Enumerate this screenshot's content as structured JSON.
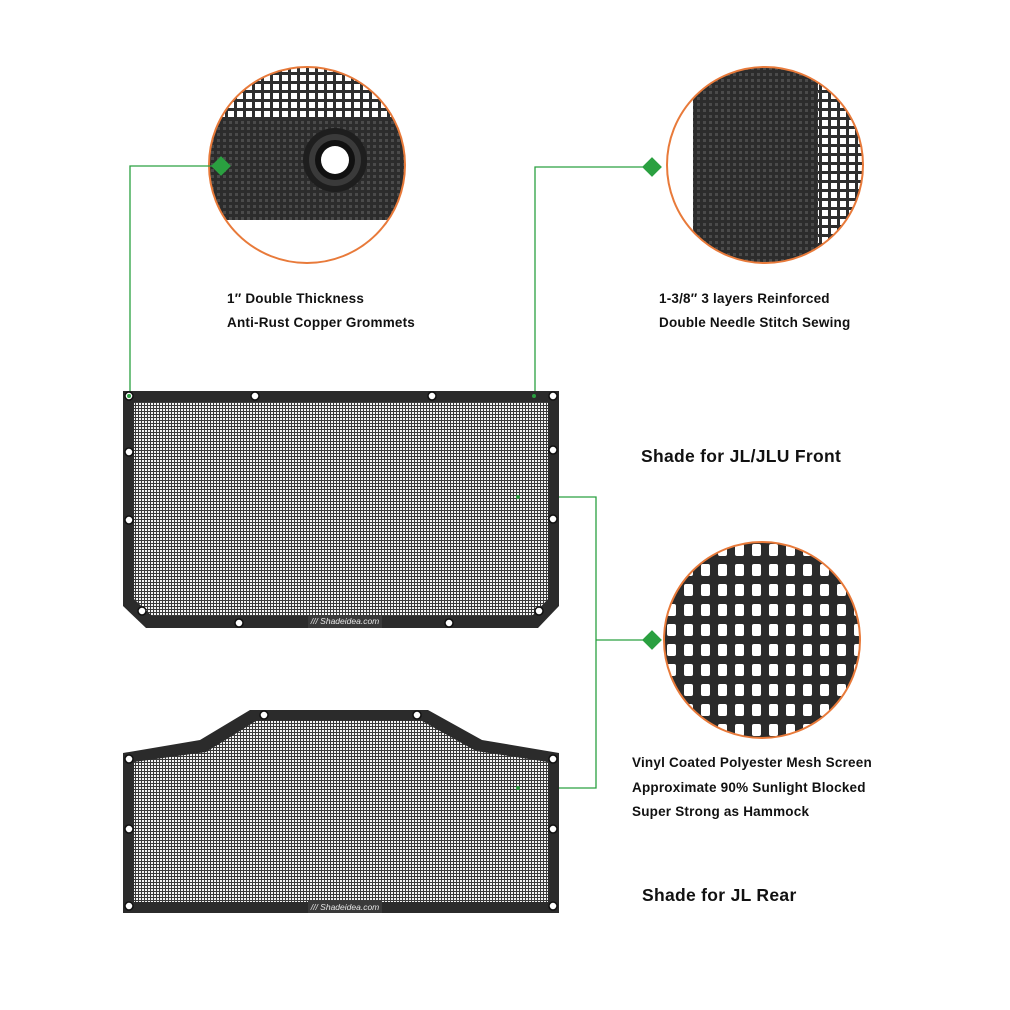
{
  "callouts": {
    "grommets": {
      "line1": "1″ Double Thickness",
      "line2": "Anti-Rust Copper Grommets"
    },
    "stitching": {
      "line1": "1-3/8″ 3 layers Reinforced",
      "line2": "Double Needle Stitch Sewing"
    },
    "mesh": {
      "line1": "Vinyl Coated Polyester Mesh Screen",
      "line2": "Approximate 90% Sunlight Blocked",
      "line3": "Super Strong as Hammock"
    }
  },
  "products": {
    "front": {
      "title": "Shade for JL/JLU Front",
      "brand": "/// Shadeidea.com"
    },
    "rear": {
      "title": "Shade for JL Rear",
      "brand": "/// Shadeidea.com"
    }
  },
  "colors": {
    "circle_border": "#e87a3a",
    "connector": "#2aa040",
    "shade_border": "#2b2b2b",
    "mesh_dark": "#3a3a3a"
  }
}
